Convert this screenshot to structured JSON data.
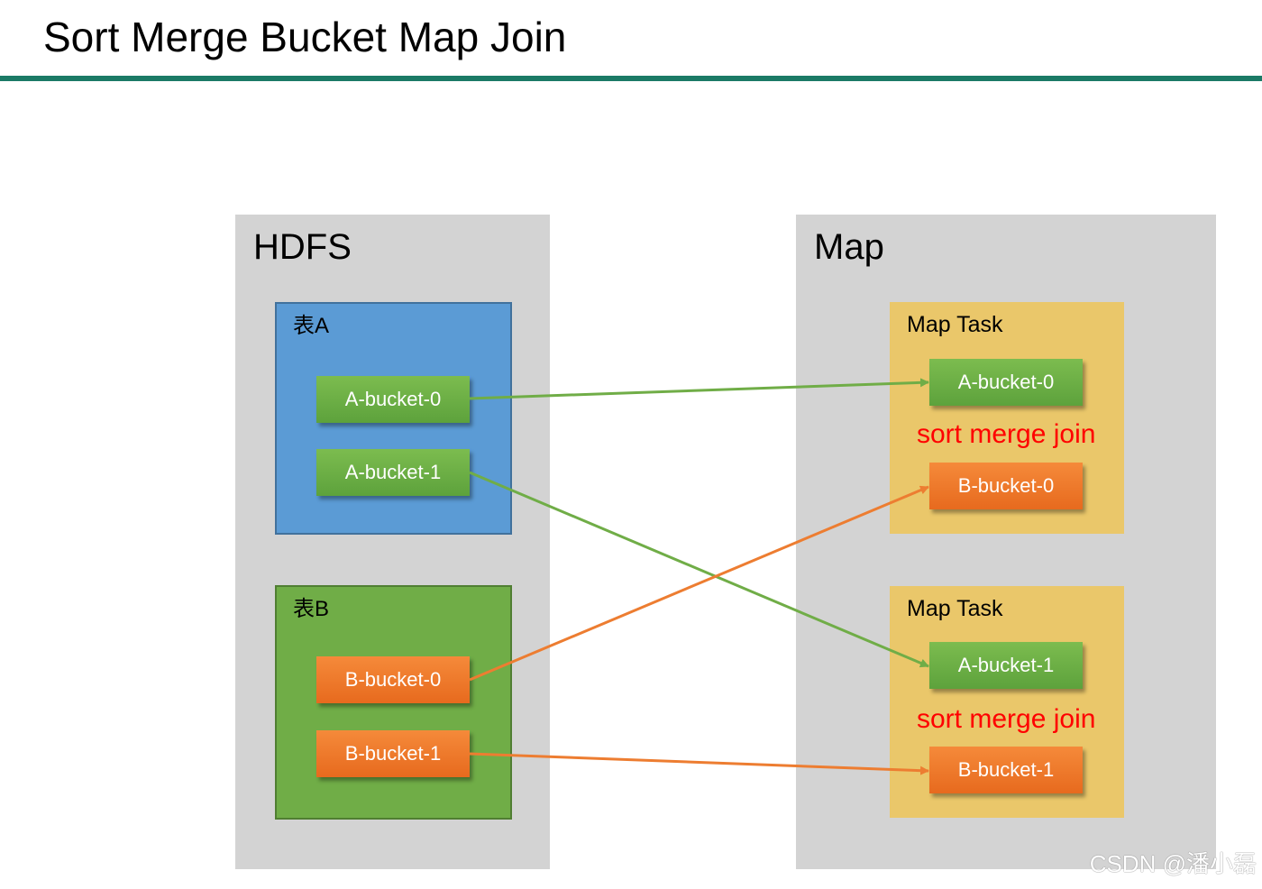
{
  "title": "Sort Merge Bucket Map Join",
  "hdfs": {
    "label": "HDFS",
    "table_a": {
      "label": "表A",
      "buckets": [
        "A-bucket-0",
        "A-bucket-1"
      ]
    },
    "table_b": {
      "label": "表B",
      "buckets": [
        "B-bucket-0",
        "B-bucket-1"
      ]
    }
  },
  "map": {
    "label": "Map",
    "tasks": [
      {
        "label": "Map Task",
        "join_label": "sort merge join",
        "bucket_a": "A-bucket-0",
        "bucket_b": "B-bucket-0"
      },
      {
        "label": "Map Task",
        "join_label": "sort merge join",
        "bucket_a": "A-bucket-1",
        "bucket_b": "B-bucket-1"
      }
    ]
  },
  "colors": {
    "table_a_fill": "#5b9bd5",
    "table_b_fill": "#70ad47",
    "bucket_a": "#6aab43",
    "bucket_b": "#ee7a2a",
    "arrow_a": "#70ad47",
    "arrow_b": "#ed7d31",
    "join_text": "#ff0000",
    "rule": "#1b7a66"
  },
  "edges": [
    {
      "from": "A-bucket-0",
      "to": "Map Task 1: A-bucket-0"
    },
    {
      "from": "A-bucket-1",
      "to": "Map Task 2: A-bucket-1"
    },
    {
      "from": "B-bucket-0",
      "to": "Map Task 1: B-bucket-0"
    },
    {
      "from": "B-bucket-1",
      "to": "Map Task 2: B-bucket-1"
    }
  ],
  "watermark": "CSDN @潘小磊"
}
